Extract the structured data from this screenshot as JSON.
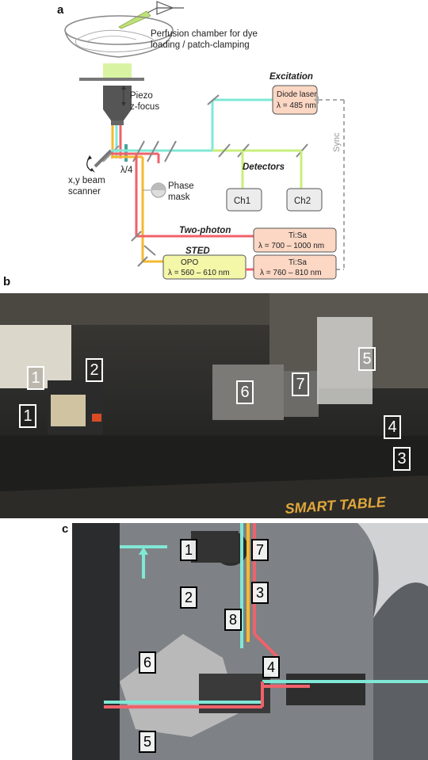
{
  "panels": {
    "a": "a",
    "b": "b",
    "c": "c"
  },
  "diagram": {
    "chamber_label_line1": "Perfusion chamber for dye",
    "chamber_label_line2": "loading / patch-clamping",
    "piezo_line1": "Piezo",
    "piezo_line2": "z-focus",
    "scanner_line1": "x,y beam",
    "scanner_line2": "scanner",
    "quarter_wave": "λ/4",
    "phase_line1": "Phase",
    "phase_line2": "mask",
    "excitation_title": "Excitation",
    "diode_line1": "Diode laser",
    "diode_line2": "λ = 485 nm",
    "sync_label": "Sync",
    "detectors_title": "Detectors",
    "ch1": "Ch1",
    "ch2": "Ch2",
    "two_photon_title": "Two-photon",
    "tisa1_line1": "Ti:Sa",
    "tisa1_line2": "λ = 700 – 1000 nm",
    "sted_title": "STED",
    "opo_line1": "OPO",
    "opo_line2": "λ = 560 – 610 nm",
    "tisa2_line1": "Ti:Sa",
    "tisa2_line2": "λ = 760 – 810 nm",
    "colors": {
      "excitation": "#7fe8d6",
      "two_photon": "#f0626b",
      "sted": "#f5b930",
      "diode_fill": "#fbd7c4",
      "tisa_fill": "#fbd7c4",
      "opo_fill": "#f4f7a8",
      "detector_fill": "#ececec",
      "sync": "#aaaaaa"
    }
  },
  "photo_b": {
    "labels": [
      "1",
      "2",
      "1",
      "6",
      "7",
      "5",
      "4",
      "3"
    ],
    "table_brand": "SMART TABLE"
  },
  "photo_c": {
    "labels": [
      "1",
      "7",
      "2",
      "3",
      "8",
      "6",
      "4",
      "5"
    ]
  }
}
